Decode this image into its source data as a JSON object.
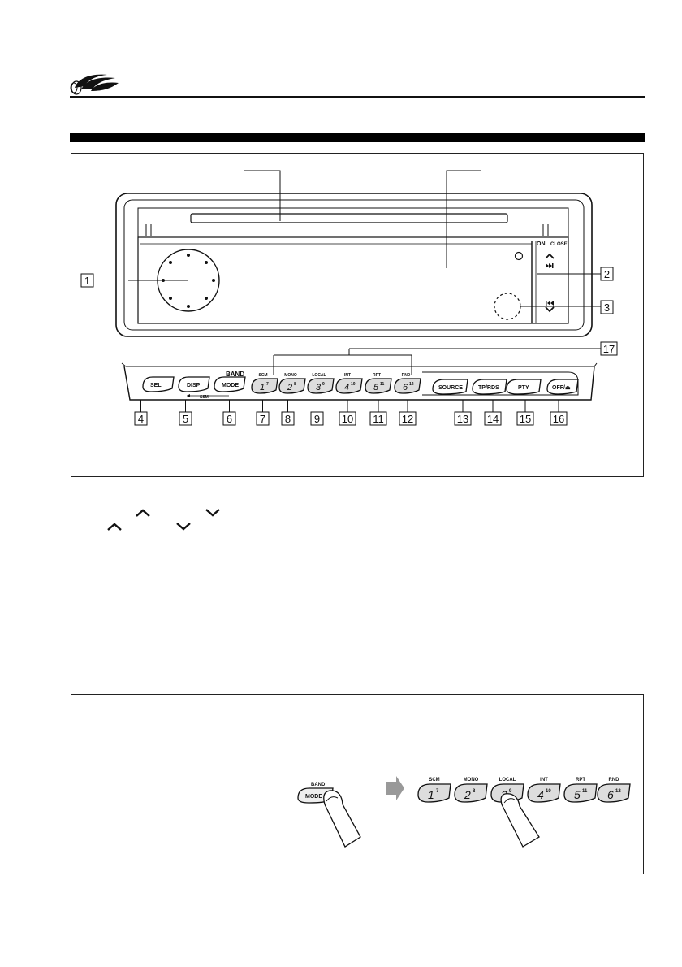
{
  "panel_labels": {
    "band_top": "BAND",
    "on": "ON",
    "close": "CLOSE",
    "ssm": "SSM"
  },
  "buttons": {
    "sel": "SEL",
    "disp": "DISP",
    "mode": "MODE",
    "source": "SOURCE",
    "tprds": "TP/RDS",
    "pty": "PTY",
    "off": "OFF/⏏"
  },
  "presets": [
    {
      "top": "SCM",
      "main": "1",
      "sup": "7"
    },
    {
      "top": "MONO",
      "main": "2",
      "sup": "8"
    },
    {
      "top": "LOCAL",
      "main": "3",
      "sup": "9"
    },
    {
      "top": "INT",
      "main": "4",
      "sup": "10"
    },
    {
      "top": "RPT",
      "main": "5",
      "sup": "11"
    },
    {
      "top": "RND",
      "main": "6",
      "sup": "12"
    }
  ],
  "callouts": [
    "1",
    "2",
    "3",
    "4",
    "5",
    "6",
    "7",
    "8",
    "9",
    "10",
    "11",
    "12",
    "13",
    "14",
    "15",
    "16",
    "17"
  ],
  "icons": {
    "up": "up-chevron-icon",
    "down": "down-chevron-icon",
    "next": "skip-forward-icon",
    "prev": "skip-back-icon",
    "arrow": "arrow-right-icon",
    "finger": "finger-press-icon"
  },
  "example": {
    "band_top": "BAND",
    "mode": "MODE",
    "presets": [
      {
        "top": "SCM",
        "main": "1",
        "sup": "7"
      },
      {
        "top": "MONO",
        "main": "2",
        "sup": "8"
      },
      {
        "top": "LOCAL",
        "main": "3",
        "sup": "9"
      },
      {
        "top": "INT",
        "main": "4",
        "sup": "10"
      },
      {
        "top": "RPT",
        "main": "5",
        "sup": "11"
      },
      {
        "top": "RND",
        "main": "6",
        "sup": "12"
      }
    ]
  }
}
